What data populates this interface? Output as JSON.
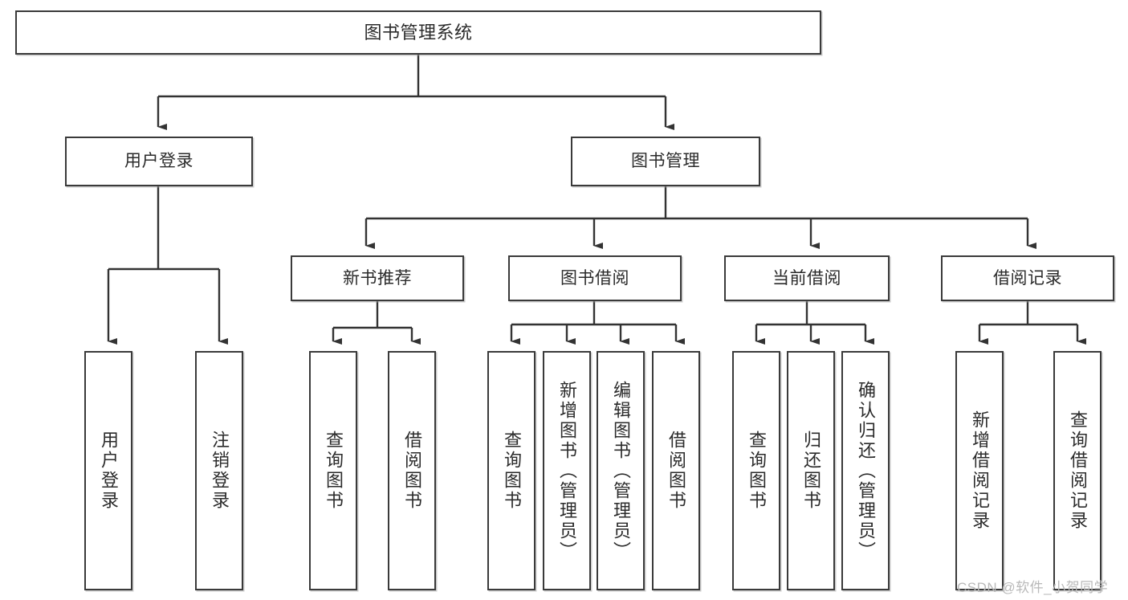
{
  "diagram": {
    "title": "图书管理系统",
    "type": "hierarchy-tree",
    "root": {
      "label": "图书管理系统"
    },
    "level2": [
      {
        "label": "用户登录"
      },
      {
        "label": "图书管理"
      }
    ],
    "level3": [
      {
        "label": "新书推荐"
      },
      {
        "label": "图书借阅"
      },
      {
        "label": "当前借阅"
      },
      {
        "label": "借阅记录"
      }
    ],
    "leaves": [
      {
        "label": "用户登录",
        "parent": "用户登录"
      },
      {
        "label": "注销登录",
        "parent": "用户登录"
      },
      {
        "label": "查询图书",
        "parent": "新书推荐"
      },
      {
        "label": "借阅图书",
        "parent": "新书推荐"
      },
      {
        "label": "查询图书",
        "parent": "图书借阅"
      },
      {
        "label": "新增图书（管理员）",
        "parent": "图书借阅"
      },
      {
        "label": "编辑图书（管理员）",
        "parent": "图书借阅"
      },
      {
        "label": "借阅图书",
        "parent": "图书借阅"
      },
      {
        "label": "查询图书",
        "parent": "当前借阅"
      },
      {
        "label": "归还图书",
        "parent": "当前借阅"
      },
      {
        "label": "确认归还（管理员）",
        "parent": "当前借阅"
      },
      {
        "label": "新增借阅记录",
        "parent": "借阅记录"
      },
      {
        "label": "查询借阅记录",
        "parent": "借阅记录"
      }
    ]
  },
  "watermark": {
    "text": "CSDN @软件_小贺同学"
  },
  "colors": {
    "stroke": "#3a3a3a",
    "fill": "#ffffff",
    "text": "#2b2b2b",
    "watermark": "#b9b9b9"
  }
}
